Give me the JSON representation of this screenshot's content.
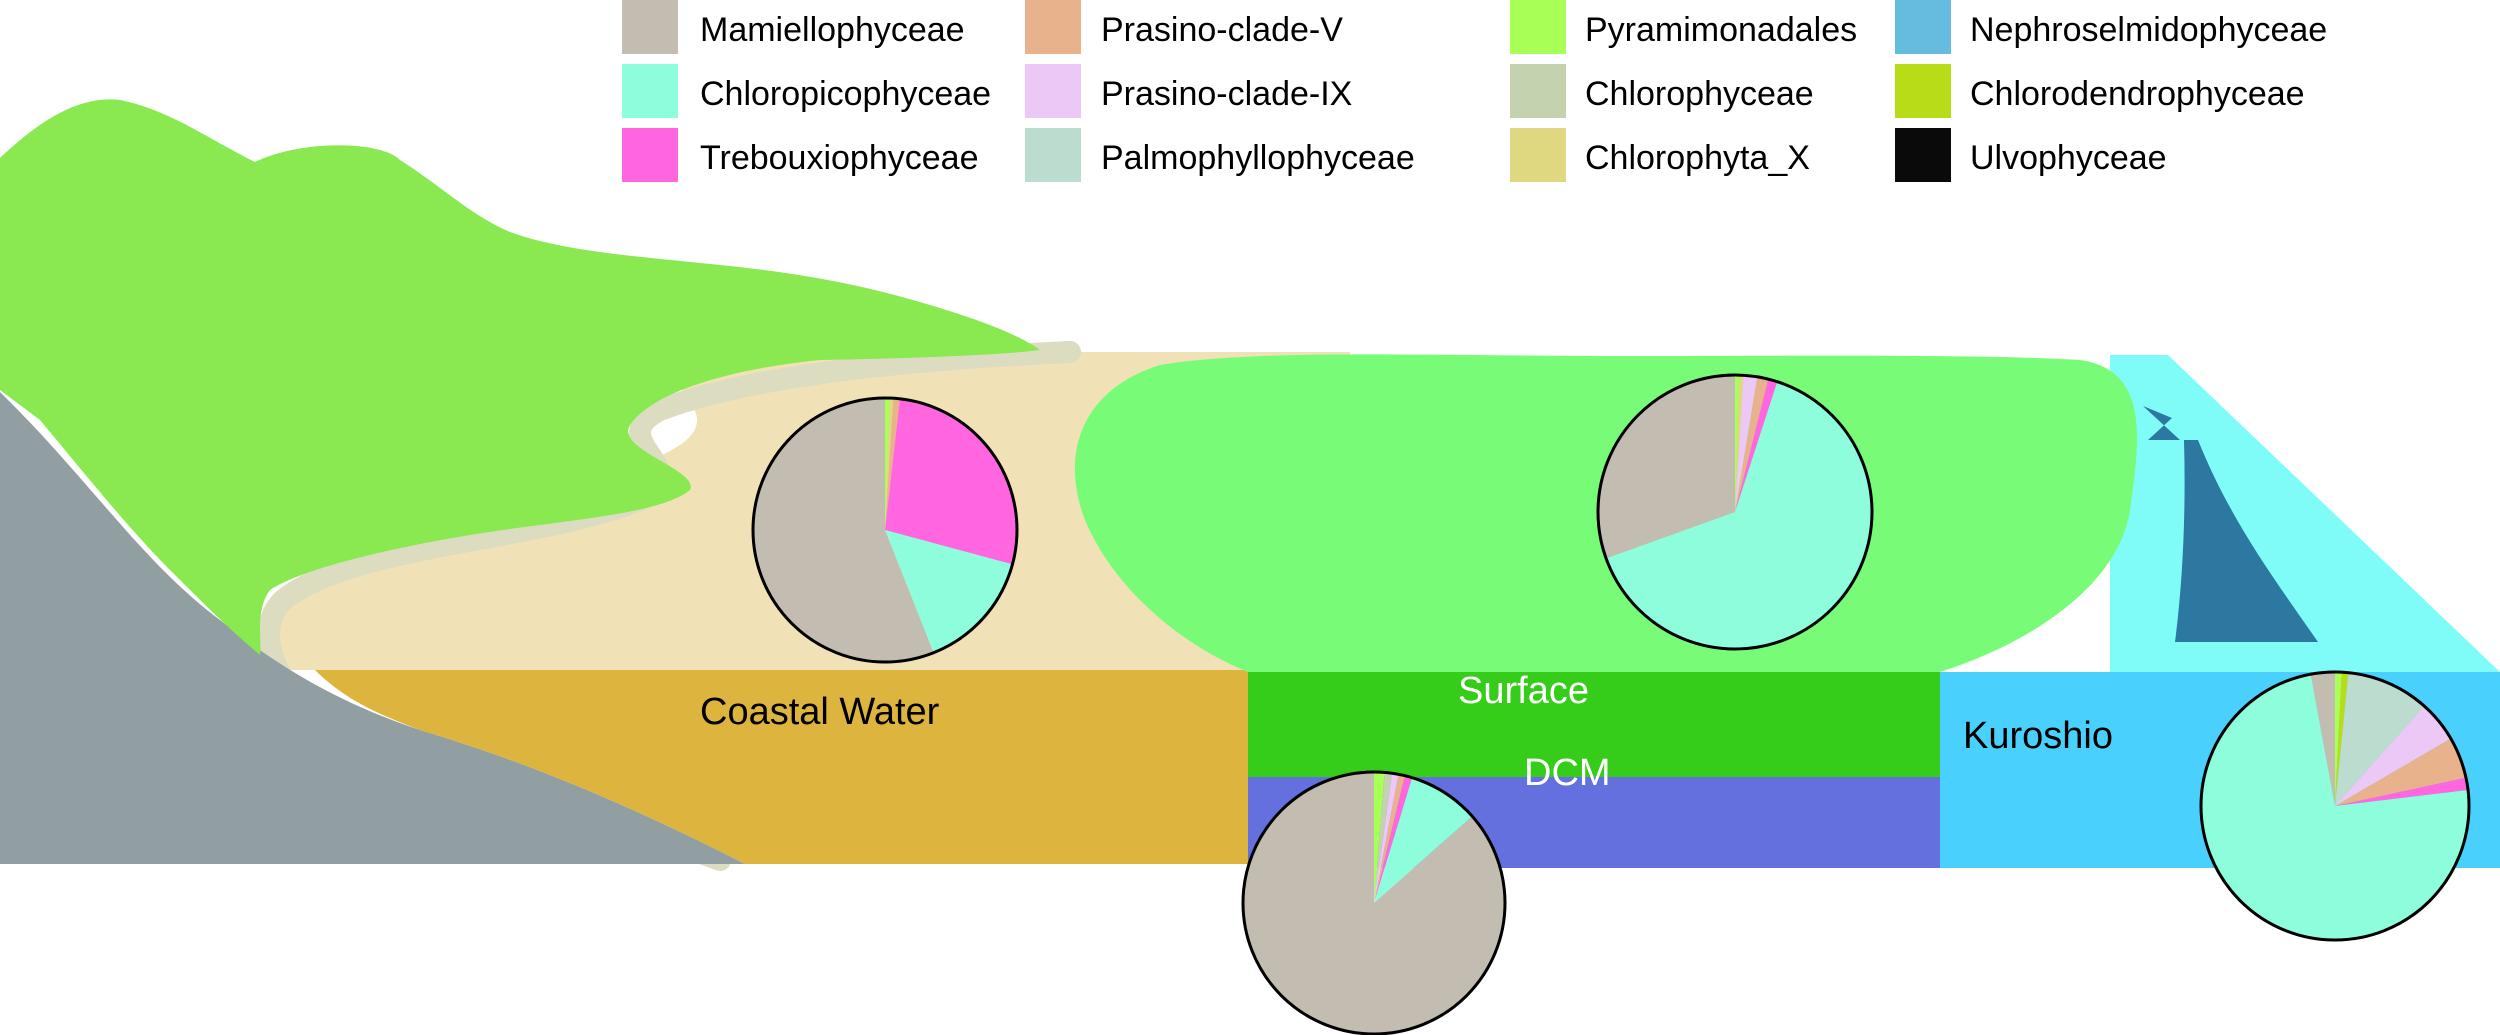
{
  "legend": [
    {
      "label": "Mamiellophyceae",
      "color": "#c2bdb0"
    },
    {
      "label": "Chloropicophyceae",
      "color": "#8dfddb"
    },
    {
      "label": "Trebouxiophyceae",
      "color": "#ff66e0"
    },
    {
      "label": "Prasino-clade-V",
      "color": "#e8b38c"
    },
    {
      "label": "Prasino-clade-IX",
      "color": "#ecc8f6"
    },
    {
      "label": "Palmophyllophyceae",
      "color": "#bcdcd0"
    },
    {
      "label": "Pyramimonadales",
      "color": "#a8ff55"
    },
    {
      "label": "Chlorophyceae",
      "color": "#c4d2b0"
    },
    {
      "label": "Chlorophyta_X",
      "color": "#e0d880"
    },
    {
      "label": "Nephroselmidophyceae",
      "color": "#66bcdf"
    },
    {
      "label": "Chlorodendrophyceae",
      "color": "#b8dc18"
    },
    {
      "label": "Ulvophyceae",
      "color": "#0a0a0a"
    }
  ],
  "zones": {
    "coastal": "Coastal Water",
    "surface": "Surface",
    "dcm": "DCM",
    "kuroshio": "Kuroshio"
  },
  "colors": {
    "land": "#8ae851",
    "rock": "#919fa3",
    "sand": "#f0e2b6",
    "beach": "#dcdcc0",
    "coastal_water": "#ddb53e",
    "surface_bloom": "#78fc78",
    "surface_band": "#35cc1a",
    "dcm_band": "#6370dd",
    "kuroshio_top": "#80fcf8",
    "kuroshio_band": "#4ad0fd",
    "arrow": "#2c78a0"
  },
  "pies": [
    {
      "zone": "coastal",
      "slices": [
        {
          "taxon": "Pyramimonadales",
          "value": 0.6
        },
        {
          "taxon": "Chlorophyta_X",
          "value": 0.4
        },
        {
          "taxon": "Prasino-clade-V",
          "value": 0.8
        },
        {
          "taxon": "Trebouxiophyceae",
          "value": 27.4
        },
        {
          "taxon": "Chloropicophyceae",
          "value": 14.8
        },
        {
          "taxon": "Mamiellophyceae",
          "value": 56.0
        }
      ]
    },
    {
      "zone": "surface",
      "slices": [
        {
          "taxon": "Pyramimonadales",
          "value": 0.5
        },
        {
          "taxon": "Chlorophyta_X",
          "value": 0.5
        },
        {
          "taxon": "Prasino-clade-IX",
          "value": 1.6
        },
        {
          "taxon": "Prasino-clade-V",
          "value": 1.3
        },
        {
          "taxon": "Trebouxiophyceae",
          "value": 1.1
        },
        {
          "taxon": "Chloropicophyceae",
          "value": 64.5
        },
        {
          "taxon": "Mamiellophyceae",
          "value": 30.5
        }
      ]
    },
    {
      "zone": "dcm",
      "slices": [
        {
          "taxon": "Pyramimonadales",
          "value": 1.3
        },
        {
          "taxon": "Chlorophyceae",
          "value": 0.9
        },
        {
          "taxon": "Prasino-clade-IX",
          "value": 0.8
        },
        {
          "taxon": "Prasino-clade-V",
          "value": 0.8
        },
        {
          "taxon": "Trebouxiophyceae",
          "value": 0.9
        },
        {
          "taxon": "Chloropicophyceae",
          "value": 8.8
        },
        {
          "taxon": "Mamiellophyceae",
          "value": 86.5
        }
      ]
    },
    {
      "zone": "kuroshio",
      "slices": [
        {
          "taxon": "Pyramimonadales",
          "value": 0.8
        },
        {
          "taxon": "Chlorodendrophyceae",
          "value": 0.8
        },
        {
          "taxon": "Palmophyllophyceae",
          "value": 10.0
        },
        {
          "taxon": "Prasino-clade-IX",
          "value": 5.0
        },
        {
          "taxon": "Prasino-clade-V",
          "value": 5.0
        },
        {
          "taxon": "Trebouxiophyceae",
          "value": 1.5
        },
        {
          "taxon": "Chloropicophyceae",
          "value": 74.0
        },
        {
          "taxon": "Mamiellophyceae",
          "value": 2.9
        }
      ]
    }
  ]
}
